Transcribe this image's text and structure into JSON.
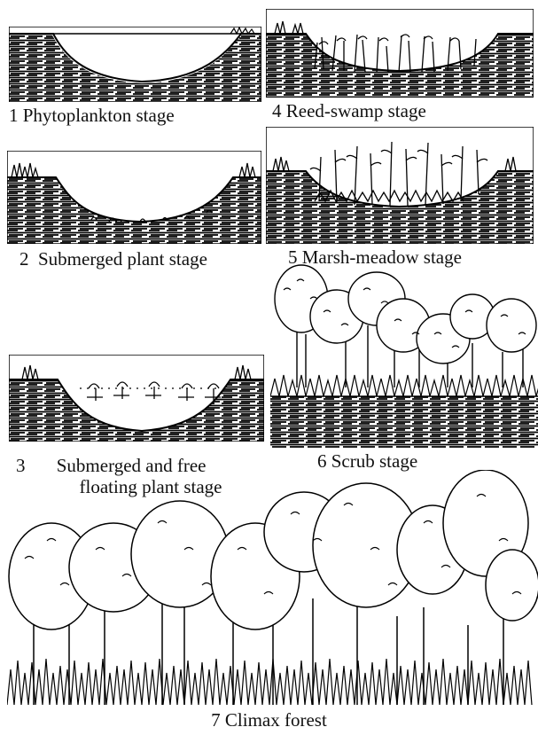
{
  "stages": [
    {
      "number": "1",
      "label": "Phytoplankton stage"
    },
    {
      "number": "2",
      "label": "Submerged plant stage"
    },
    {
      "number": "3",
      "label_line1": "Submerged and free",
      "label_line2": "floating plant stage"
    },
    {
      "number": "4",
      "label": "Reed-swamp stage"
    },
    {
      "number": "5",
      "label": "Marsh-meadow stage"
    },
    {
      "number": "6",
      "label": "Scrub stage"
    },
    {
      "number": "7",
      "label": "Climax forest"
    }
  ],
  "colors": {
    "ink": "#000000",
    "paper": "#ffffff"
  }
}
